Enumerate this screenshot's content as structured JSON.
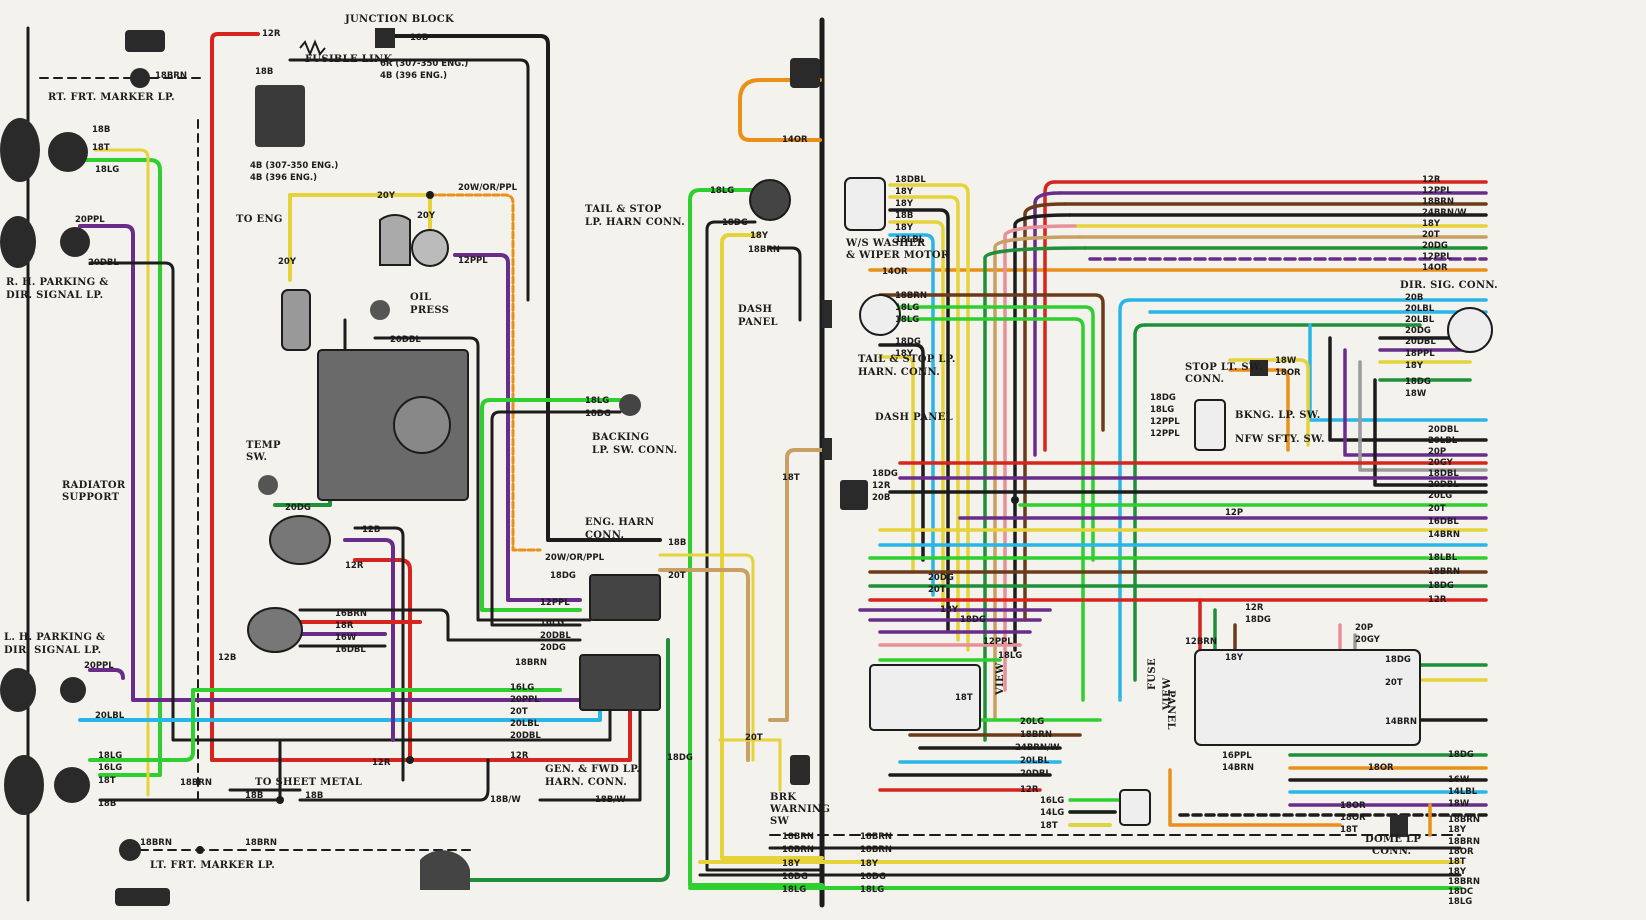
{
  "colors": {
    "red": "#d6241f",
    "green": "#2fcf2f",
    "dkgreen": "#1f8f3a",
    "yellow": "#e6d23a",
    "tan": "#c9a064",
    "orange": "#e8901a",
    "purple": "#6a2c8a",
    "black": "#1c1c1c",
    "brown": "#6b3b1a",
    "lblue": "#27b6e6",
    "dblue": "#1b3fae",
    "pink": "#e8909a",
    "gray": "#9a9a9a",
    "white": "#f4f2ec",
    "bg": "#f4f2ec"
  },
  "components": {
    "junction_block": "JUNCTION BLOCK",
    "fusible_link": "FUSIBLE LINK",
    "rt_frt_marker": "RT. FRT. MARKER LP.",
    "rh_parking": "R. H. PARKING &",
    "rh_signal": "DIR. SIGNAL LP.",
    "to_eng": "TO ENG",
    "oil_press": "OIL",
    "oil_press2": "PRESS",
    "radiator_support": "RADIATOR",
    "radiator_support2": "SUPPORT",
    "temp_sw": "TEMP",
    "temp_sw2": "SW.",
    "lh_parking": "L. H. PARKING &",
    "lh_signal": "DIR. SIGNAL LP.",
    "to_sheet_metal": "TO SHEET METAL",
    "lt_frt_marker": "LT. FRT. MARKER LP.",
    "tail_stop": "TAIL & STOP",
    "tail_stop2": "LP. HARN CONN.",
    "backing": "BACKING",
    "backing2": "LP. SW. CONN.",
    "eng_harn": "ENG. HARN",
    "eng_harn2": "CONN.",
    "gen_fwd": "GEN. & FWD LP.",
    "gen_fwd2": "HARN. CONN.",
    "dash_panel": "DASH",
    "dash_panel2": "PANEL",
    "dash_panel_r": "DASH PANEL",
    "brk_warning": "BRK",
    "brk_warning2": "WARNING",
    "brk_warning3": "SW",
    "ws_washer": "W/S WASHER",
    "ws_washer2": "& WIPER MOTOR",
    "tail_stop_r": "TAIL & STOP LP.",
    "tail_stop_r2": "HARN. CONN.",
    "dir_sig_conn": "DIR. SIG. CONN.",
    "stop_lt_sw": "STOP LT. SW.",
    "stop_lt_sw2": "CONN.",
    "bkng_lp_sw": "BKNG. LP. SW.",
    "nfw_sfty_sw": "NFW SFTY. SW.",
    "view_a": "VIEW",
    "view_b": "VIEW",
    "fuse_panel": "FUSE",
    "fuse_panel2": "PANEL",
    "dome_lp": "DOME LP",
    "dome_lp2": "CONN."
  },
  "wire_labels": {
    "left": [
      "12R",
      "18B",
      "18B",
      "18BRN",
      "18B",
      "18T",
      "18LG",
      "20PPL",
      "20DBL",
      "20LBL",
      "20PPL",
      "18LG",
      "16LG",
      "18T",
      "18B",
      "18BRN",
      "18B",
      "18B",
      "18BRN",
      "18BRN",
      "6R (307-350 ENG.)",
      "4B (396 ENG.)",
      "4B (307-350 ENG.)",
      "4B (396 ENG.)",
      "20Y",
      "20Y",
      "20W/OR/PPL",
      "20Y",
      "12PPL",
      "20DBL",
      "20DG",
      "12B",
      "12R",
      "16BRN",
      "18R",
      "16W",
      "16DBL",
      "12B"
    ],
    "middle": [
      "18LG",
      "18DG",
      "18B",
      "20T",
      "20W/OR/PPL",
      "18DG",
      "12PPL",
      "16LG",
      "20DBL",
      "20DG",
      "18BRN",
      "16LG",
      "20PPL",
      "20T",
      "20LBL",
      "20DBL",
      "12R",
      "12R",
      "18B/W",
      "18B/W",
      "18DG",
      "18LG",
      "18DG",
      "18Y",
      "18BRN",
      "14OR",
      "18T",
      "20T",
      "18BRN",
      "18BRN",
      "18Y",
      "18DG",
      "18LG"
    ],
    "right_top": [
      "18DBL",
      "18Y",
      "18Y",
      "18B",
      "18Y",
      "18LBL",
      "14OR",
      "18BRN",
      "18LG",
      "18LG",
      "18DG",
      "18Y",
      "12R",
      "12PPL",
      "18BRN",
      "24BRN/W",
      "18Y",
      "20T",
      "20DG",
      "12PPL",
      "14OR",
      "20B",
      "20LBL",
      "20LBL",
      "20DG",
      "20DBL",
      "18PPL",
      "18Y",
      "18DG",
      "18W",
      "18W",
      "18OR"
    ],
    "right_mid": [
      "18DG",
      "18LG",
      "12PPL",
      "12PPL",
      "18DG",
      "12R",
      "20B",
      "12P",
      "20DBL",
      "20LBL",
      "20P",
      "20GY",
      "18DBL",
      "20DBL",
      "20LG",
      "20T",
      "16DBL",
      "14BRN",
      "18LBL",
      "18BRN",
      "18DG",
      "12R"
    ],
    "right_bot": [
      "20DG",
      "20T",
      "18Y",
      "18DG",
      "12PPL",
      "18LG",
      "18T",
      "20LG",
      "18BRN",
      "24BRN/W",
      "20LBL",
      "20DBL",
      "12R",
      "12R",
      "18DG",
      "12BRN",
      "20P",
      "20GY",
      "18DG",
      "18Y",
      "20T",
      "14BRN",
      "16PPL",
      "14BRN",
      "18DG",
      "18OR",
      "16W",
      "14LBL",
      "18W",
      "16LG",
      "14LG",
      "18T",
      "18OR",
      "18OR",
      "18T",
      "18BRN",
      "18Y",
      "18BRN",
      "18BRN",
      "18BRN",
      "18Y",
      "18DG",
      "18LG",
      "18OR",
      "18T",
      "18Y",
      "18BRN",
      "18DC",
      "18LG"
    ]
  }
}
